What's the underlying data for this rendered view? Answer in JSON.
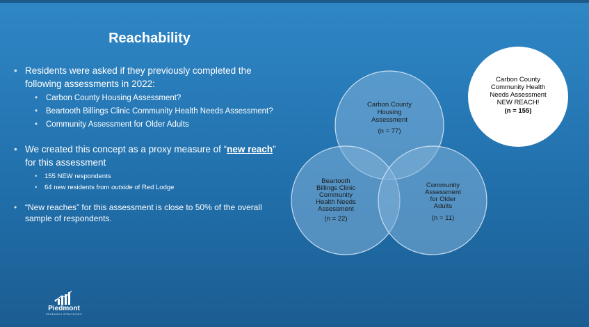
{
  "slide": {
    "title": "Reachability",
    "bullet1": "Residents were asked if they previously completed the following assessments in 2022:",
    "sub_items": [
      "Carbon County Housing Assessment?",
      "Beartooth Billings Clinic Community Health Needs Assessment?",
      "Community Assessment for Older Adults"
    ],
    "bullet2_prefix": "We created this concept as a proxy measure of “",
    "bullet2_bold": "new reach",
    "bullet2_suffix": "” for this assessment",
    "sub2_1": "155 NEW respondents",
    "sub2_2_a": "64 new residents from ",
    "sub2_2_b": "outside",
    "sub2_2_c": " of Red Lodge",
    "bullet3": "“New reaches” for this assessment is close to 50% of the overall sample of respondents."
  },
  "venn": {
    "circle_top": {
      "lines": [
        "Carbon County",
        "Housing",
        "Assessment"
      ],
      "n": "(n = 77)"
    },
    "circle_left": {
      "lines": [
        "Beartooth",
        "Billings Clinic",
        "Community",
        "Health Needs",
        "Assessment"
      ],
      "n": "(n = 22)"
    },
    "circle_right": {
      "lines": [
        "Community",
        "Assessment",
        "for Older",
        "Adults"
      ],
      "n": "(n = 11)"
    },
    "circle_new": {
      "lines": [
        "Carbon County",
        "Community Health",
        "Needs Assessment",
        "NEW REACH!"
      ],
      "n": "(n = 155)"
    }
  },
  "logo": {
    "name": "Piedmont",
    "sub": "RESEARCH STRATEGIES"
  },
  "colors": {
    "background": "#2170ac",
    "circle_fill": "#7fb1d9",
    "circle_stroke": "#c9def0",
    "new_circle": "#ffffff"
  }
}
